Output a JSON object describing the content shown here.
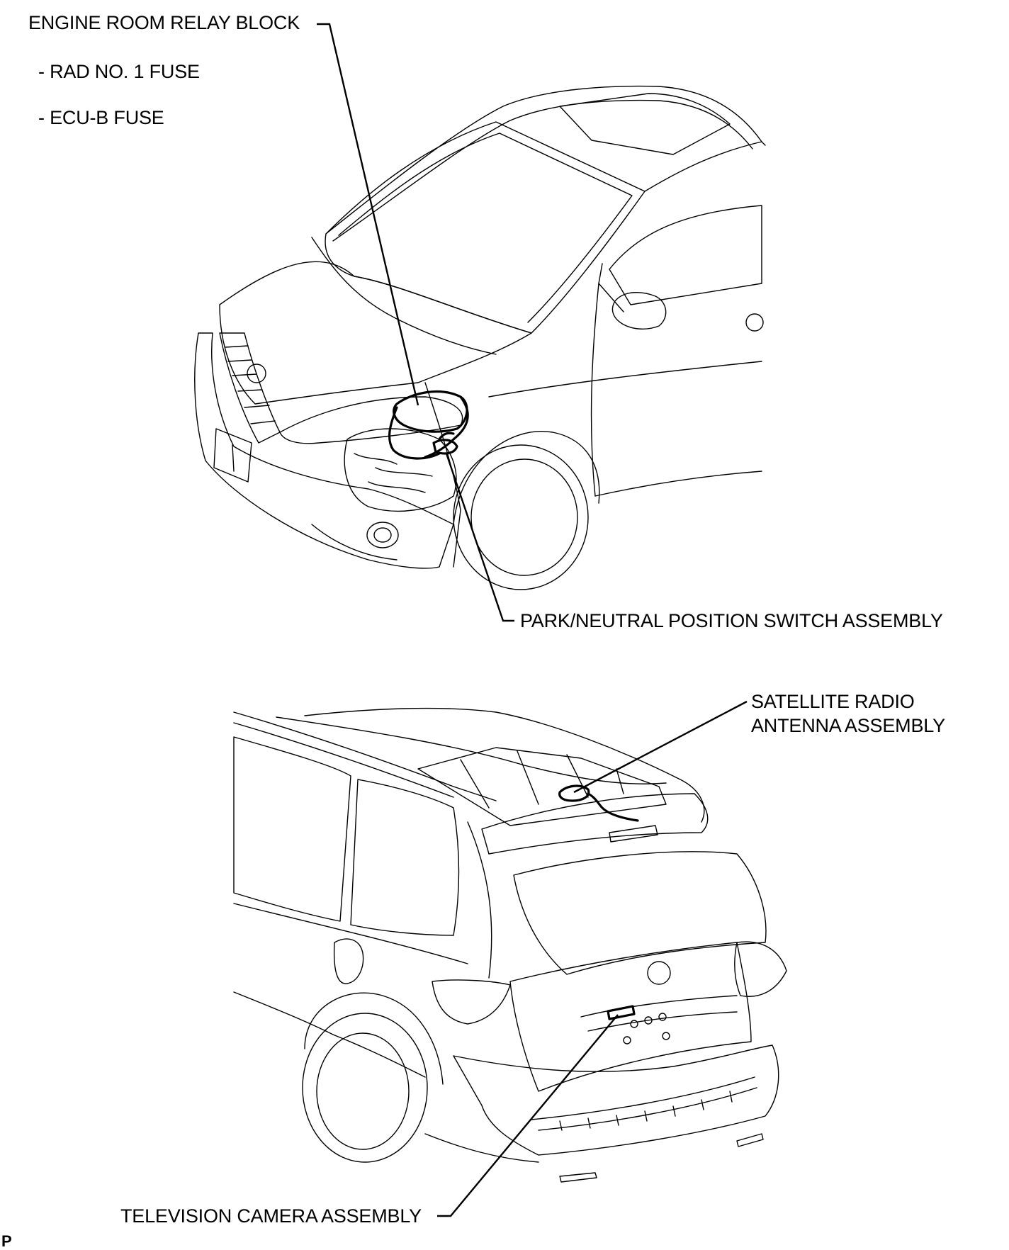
{
  "labels": {
    "engine_room_relay_block": "ENGINE ROOM RELAY BLOCK",
    "rad_no1_fuse": "- RAD NO. 1 FUSE",
    "ecu_b_fuse": "- ECU-B FUSE",
    "park_neutral_switch": "PARK/NEUTRAL POSITION SWITCH ASSEMBLY",
    "satellite_radio_line1": "SATELLITE RADIO",
    "satellite_radio_line2": "ANTENNA ASSEMBLY",
    "television_camera": "TELEVISION CAMERA ASSEMBLY",
    "corner_mark": "P"
  },
  "colors": {
    "ink": "#000000",
    "paper": "#ffffff"
  }
}
